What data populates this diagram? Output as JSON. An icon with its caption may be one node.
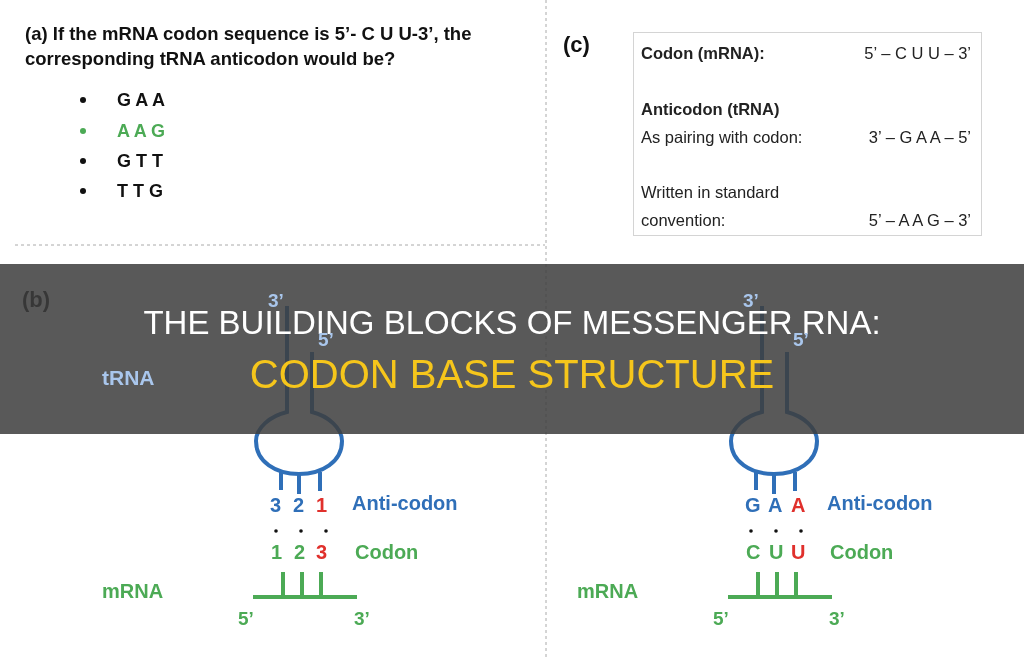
{
  "diagram": {
    "title": "THE BUILDING BLOCKS OF MESSENGER RNA:",
    "nodes": [
      {
        "text": [
          "Codon (mRNA):",
          "5’ – C U U – 3’",
          "Anticodon (tRNA)",
          "As pairing with codon:",
          "3’ – G A A – 5’",
          "Written in standard convention:",
          "5’ – A A G – 3’"
        ]
      }
    ],
    "labels": [
      "(a) If the mRNA codon sequence is 5’- C U U-3’, the corresponding tRNA anticodon would be?",
      "G A A",
      "A A G",
      "G T T",
      "T T G",
      "(c)",
      "(b)",
      "3’",
      "5’",
      "tRNA",
      "3",
      "2",
      "1",
      "Anti-codon",
      "1",
      "2",
      "3",
      "Codon",
      "mRNA",
      "5’",
      "3’",
      "3’",
      "5’",
      "G",
      "A",
      "A",
      "Anti-codon",
      "C",
      "U",
      "U",
      "Codon",
      "mRNA",
      "5’",
      "3’",
      "CODON BASE STRUCTURE"
    ]
  }
}
